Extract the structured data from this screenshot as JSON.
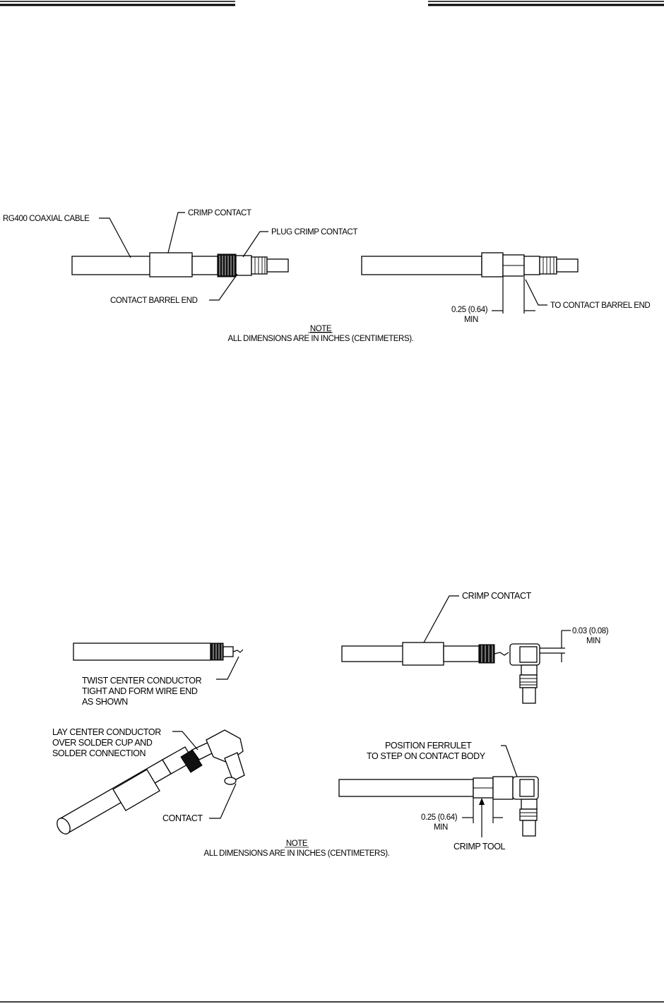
{
  "figure_top": {
    "labels": {
      "cable": "RG400 COAXIAL CABLE",
      "crimp_contact": "CRIMP CONTACT",
      "plug_crimp_contact": "PLUG CRIMP CONTACT",
      "contact_barrel_end": "CONTACT BARREL END",
      "dimension": "0.25 (0.64)",
      "dimension_min": "MIN",
      "to_contact_barrel_end": "TO CONTACT BARREL END"
    },
    "note_title": "NOTE",
    "note_text": "ALL DIMENSIONS ARE IN INCHES (CENTIMETERS)."
  },
  "figure_bottom": {
    "labels": {
      "crimp_contact": "CRIMP CONTACT",
      "gap_dimension": "0.03 (0.08)",
      "gap_min": "MIN",
      "twist_line1": "TWIST CENTER CONDUCTOR",
      "twist_line2": "TIGHT AND FORM WIRE END",
      "twist_line3": "AS SHOWN",
      "lay_line1": "LAY CENTER CONDUCTOR",
      "lay_line2": "OVER SOLDER CUP AND",
      "lay_line3": "SOLDER CONNECTION",
      "contact": "CONTACT",
      "position_line1": "POSITION FERRULET",
      "position_line2": "TO STEP ON CONTACT BODY",
      "dimension": "0.25 (0.64)",
      "dimension_min": "MIN",
      "crimp_tool": "CRIMP TOOL"
    },
    "note_title": "NOTE",
    "note_text": "ALL DIMENSIONS ARE IN INCHES (CENTIMETERS)."
  }
}
